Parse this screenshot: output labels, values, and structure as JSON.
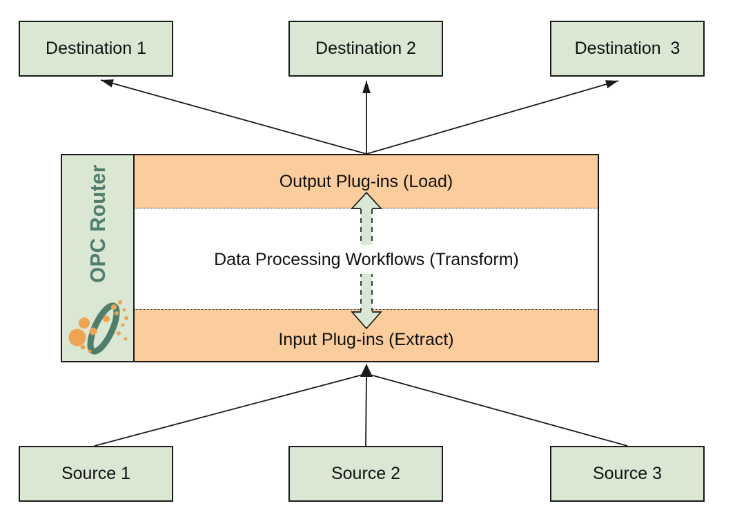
{
  "diagram": {
    "destinations": [
      {
        "label": "Destination 1"
      },
      {
        "label": "Destination 2"
      },
      {
        "label": "Destination  3"
      }
    ],
    "sources": [
      {
        "label": "Source 1"
      },
      {
        "label": "Source 2"
      },
      {
        "label": "Source 3"
      }
    ],
    "router": {
      "brand": "OPC Router",
      "output_band": "Output Plug-ins (Load)",
      "transform_label": "Data Processing Workflows (Transform)",
      "input_band": "Input Plug-ins (Extract)"
    }
  },
  "colors": {
    "box-green": "#d9e7d3",
    "band-orange": "#fbcd9c",
    "brand-teal": "#4f7e6c",
    "dot-orange": "#f0a351",
    "arrow-green": "#d9e8d5",
    "line-dark": "#1a1a1a"
  }
}
